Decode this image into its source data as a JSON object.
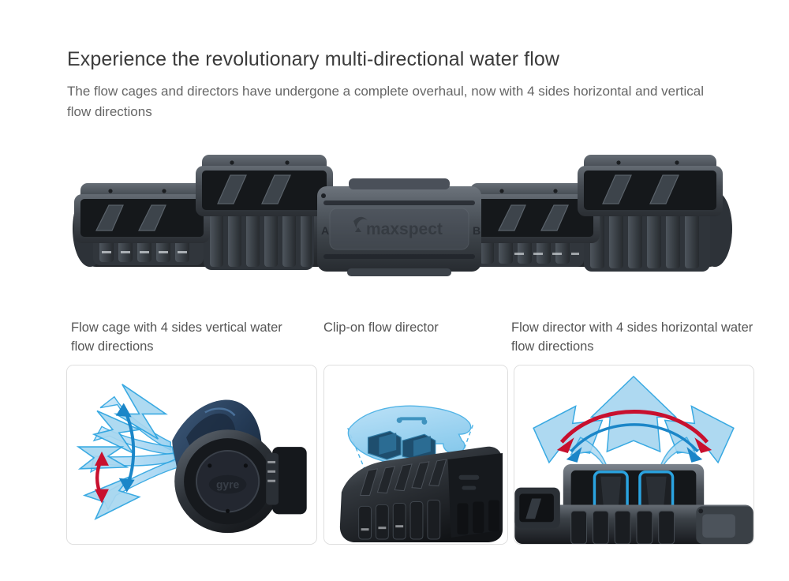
{
  "header": {
    "headline": "Experience the revolutionary multi-directional water flow",
    "subhead": "The flow cages and directors have undergone a complete overhaul, now with 4 sides horizontal and vertical flow directions"
  },
  "hero": {
    "name": "maxspect-gyre-pump",
    "brand_logo_text": "maxspect",
    "channel_label_left": "A",
    "channel_label_right": "B",
    "hub_logo_text": "gyre"
  },
  "captions": [
    {
      "id": "flow-cage-vertical",
      "text": "Flow cage with 4 sides vertical water flow directions"
    },
    {
      "id": "clip-on-director",
      "text": "Clip-on flow director"
    },
    {
      "id": "flow-director-horizontal",
      "text": "Flow director with 4 sides horizontal water flow directions"
    }
  ],
  "cards": [
    {
      "id": "card-flow-cage-vertical",
      "alt": "Flow cage with blue vertical flow arrows and red adjustment arrow"
    },
    {
      "id": "card-clip-on-director",
      "alt": "Blue translucent clip-on flow director exploded above black pump body"
    },
    {
      "id": "card-flow-director-horizontal",
      "alt": "Flow director with blue horizontal flow arrows and red sweep arrow"
    }
  ],
  "colors": {
    "background": "#ffffff",
    "headline": "#3b3b3b",
    "subhead": "#666666",
    "caption": "#555555",
    "card_border": "#dedede",
    "flow_blue_fill": "#a8d7f0",
    "flow_blue_stroke": "#2aa3e0",
    "flow_blue_deep": "#1b86c8",
    "accent_red": "#c8102e",
    "body_dark": "#3a3e43",
    "body_darker": "#23262a",
    "body_light": "#5d646b"
  }
}
